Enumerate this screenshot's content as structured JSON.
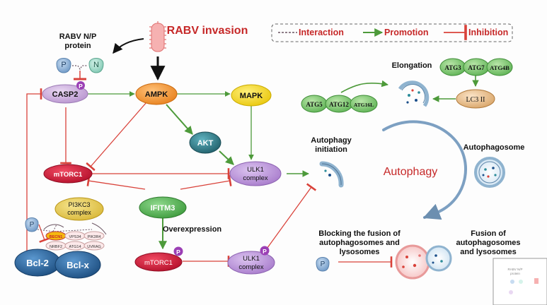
{
  "title": "RABV invasion",
  "legend": {
    "interaction": "Interaction",
    "promotion": "Promotion",
    "inhibition": "Inhibition"
  },
  "colors": {
    "interaction": "#6b5563",
    "promotion": "#4d9a3a",
    "inhibition": "#d9423a",
    "title": "#c62828",
    "ampk": "#f39c3c",
    "mapk": "#f5d61c",
    "akt": "#2f7f8c",
    "ulk1": "#b48ad6",
    "mtorc1": "#d81b3b",
    "casp2": "#c9a8da",
    "ifitm3": "#5fb85e",
    "pi3kc3": "#e9cf5b",
    "bcl": "#2e6da4",
    "atg": "#4cae4c",
    "lc3": "#e8c39a",
    "p_badge": "#9b3fb5",
    "p_protein": "#8ab1d8",
    "n_protein": "#9ed8c8"
  },
  "labels": {
    "rabv_np": "RABV N/P",
    "protein": "protein",
    "p": "P",
    "n": "N",
    "casp2": "CASP2",
    "ampk": "AMPK",
    "mapk": "MAPK",
    "akt": "AKT",
    "mtorc1": "mTORC1",
    "ulk1": "ULK1",
    "complex": "complex",
    "ifitm3": "IFITM3",
    "overexpression": "Overexpression",
    "pi3kc3": "PI3KC3",
    "bcl2": "Bcl-2",
    "bclx": "Bcl-x",
    "elongation": "Elongation",
    "atg3": "ATG3",
    "atg7": "ATG7",
    "atg4b": "ATG4B",
    "atg5": "ATG5",
    "atg12": "ATG12",
    "atg16l": "ATG16L",
    "lc3": "LC3 II",
    "autophagy_initiation_1": "Autophagy",
    "autophagy_initiation_2": "initiation",
    "autophagosome": "Autophagosome",
    "autophagy": "Autophagy",
    "blocking_1": "Blocking the fusion of",
    "blocking_2": "autophagosomes and",
    "blocking_3": "lysosomes",
    "fusion_1": "Fusion of",
    "fusion_2": "autophagosomes",
    "fusion_3": "and lysosomes",
    "complex_parts": [
      "BECN1",
      "VPS34",
      "PIK3R4",
      "NRBF2",
      "ATG14",
      "UVRAG"
    ]
  }
}
